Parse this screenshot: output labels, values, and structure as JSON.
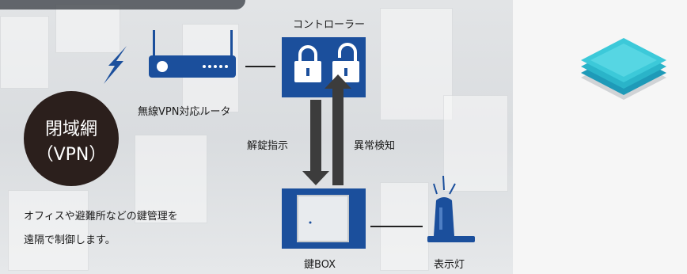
{
  "controller": {
    "label": "コントローラー"
  },
  "router": {
    "label": "無線VPN対応ルータ"
  },
  "network": {
    "line1": "閉域網",
    "line2": "（VPN）"
  },
  "commands": {
    "unlock": "解錠指示",
    "alert": "異常検知"
  },
  "description": {
    "line1": "オフィスや避難所などの鍵管理を",
    "line2": "遠隔で制御します。"
  },
  "keybox": {
    "label": "鍵BOX"
  },
  "lamp": {
    "label": "表示灯"
  },
  "colors": {
    "primary": "#1b4f9c",
    "dark": "#2b1f1c",
    "arrow": "#3c3c3c",
    "accent": "#3aa0d0"
  },
  "icons": [
    "wireless-signal-icon",
    "padlock-closed-icon",
    "padlock-open-icon",
    "warning-lamp-icon",
    "layers-icon"
  ]
}
